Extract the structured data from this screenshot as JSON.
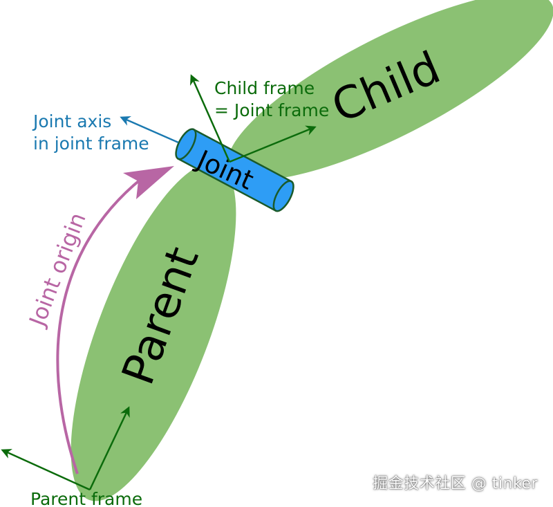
{
  "labels": {
    "child_link": "Child",
    "parent_link": "Parent",
    "joint": "Joint",
    "child_frame_line1": "Child frame",
    "child_frame_line2": "= Joint frame",
    "joint_axis_line1": "Joint axis",
    "joint_axis_line2": "in joint frame",
    "joint_origin": "Joint origin",
    "parent_frame": "Parent frame"
  },
  "watermark": "掘金技术社区 @ tinker",
  "colors": {
    "link_fill": "#8bc173",
    "joint_fill": "#2e9df5",
    "joint_stroke": "#1a5a2a",
    "frame_green": "#0b6b0b",
    "axis_blue": "#1a79b0",
    "origin_pink": "#b866a4",
    "text_black": "#000000"
  }
}
